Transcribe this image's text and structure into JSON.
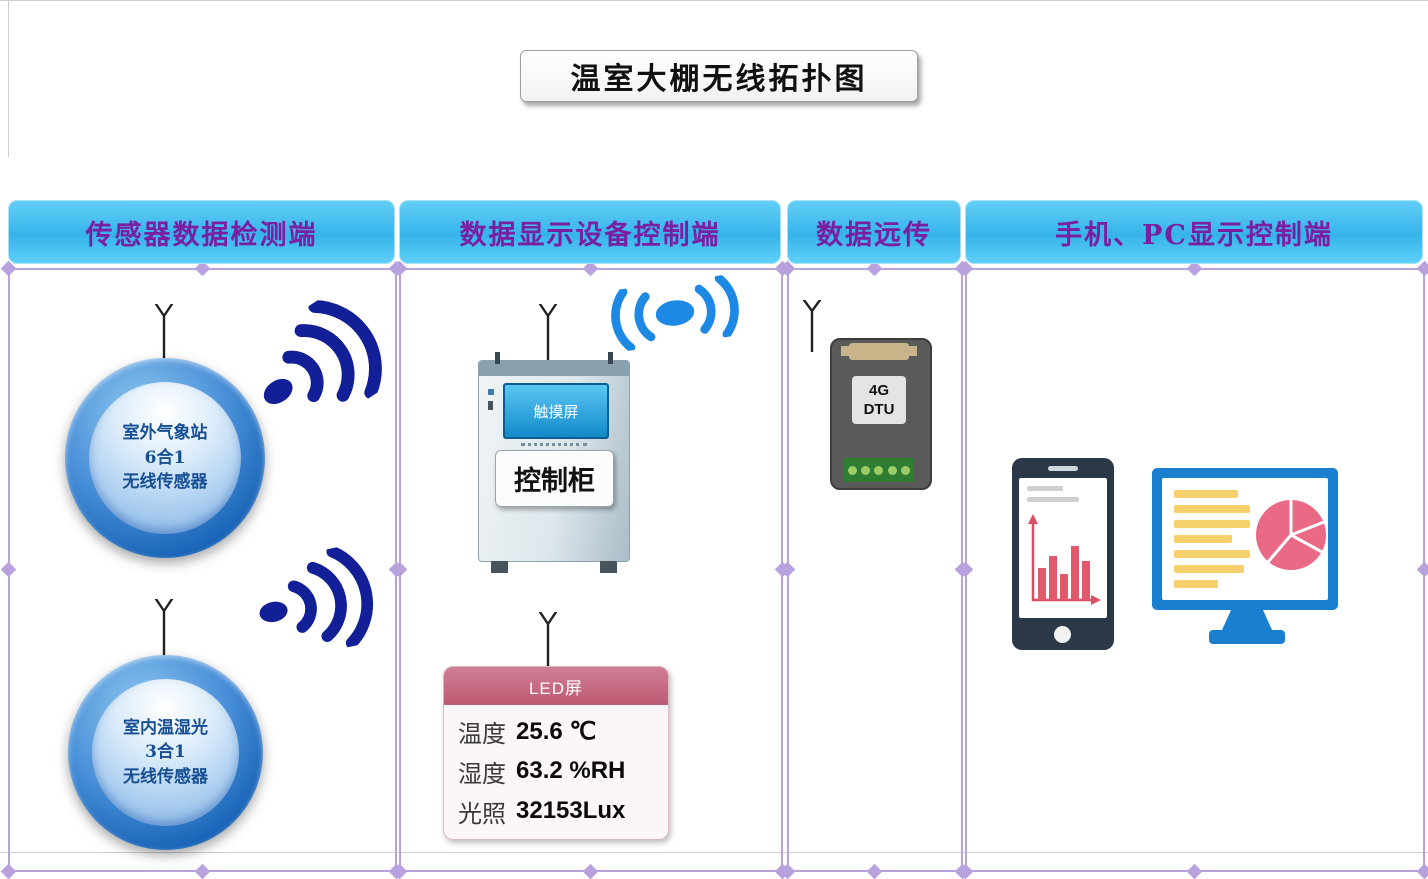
{
  "title": "温室大棚无线拓扑图",
  "columns": [
    {
      "header": "传感器数据检测端"
    },
    {
      "header": "数据显示设备控制端"
    },
    {
      "header": "数据远传"
    },
    {
      "header": "手机、PC显示控制端"
    }
  ],
  "sensors": [
    {
      "name": "室外气象站",
      "model": "6合1",
      "type": "无线传感器"
    },
    {
      "name": "室内温湿光",
      "model": "3合1",
      "type": "无线传感器"
    }
  ],
  "cabinet": {
    "screen": "触摸屏",
    "label": "控制柜"
  },
  "led": {
    "header": "LED屏",
    "rows": [
      {
        "label": "温度",
        "value": "25.6 ℃"
      },
      {
        "label": "湿度",
        "value": "63.2 %RH"
      },
      {
        "label": "光照",
        "value": "32153Lux"
      }
    ]
  },
  "dtu": {
    "line1": "4G",
    "line2": "DTU"
  },
  "colors": {
    "header_bg": "#35b4ea",
    "header_text": "#7b1fa2",
    "panel_border": "#b8a2de",
    "wifi_dark": "#121f96",
    "wifi_blue": "#1e88e5",
    "led_header": "#bd5a74",
    "bar_chart": "#e2596b",
    "pie_chart": "#ea6a86",
    "monitor_blue": "#1b7fd0"
  }
}
